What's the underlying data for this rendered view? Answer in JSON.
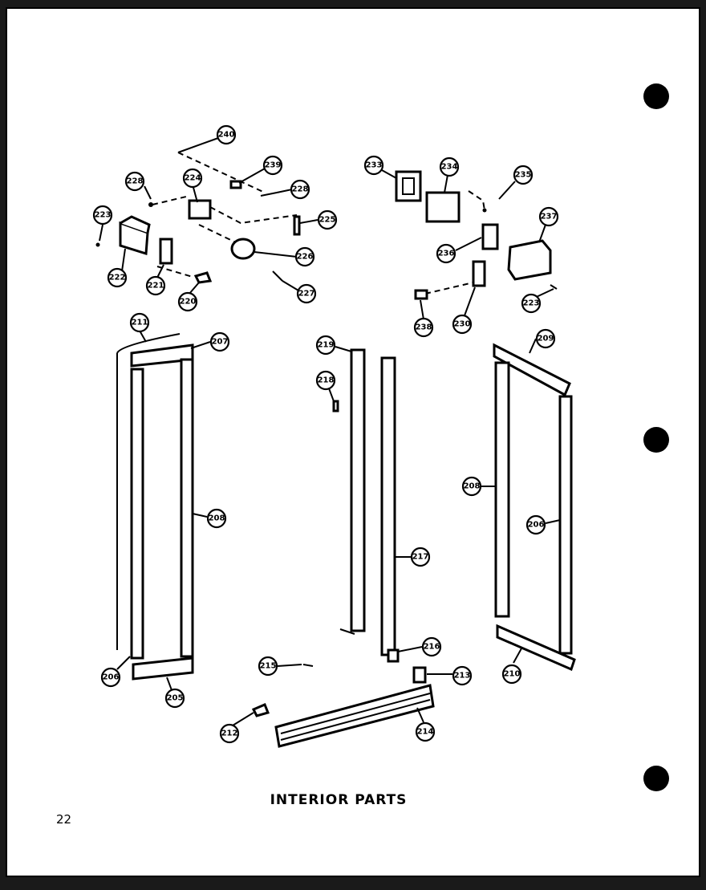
{
  "title": "INTERIOR PARTS",
  "page_number": "22",
  "callouts": {
    "c240": "240",
    "c239": "239",
    "c228a": "228",
    "c228b": "228",
    "c224": "224",
    "c225": "225",
    "c226": "226",
    "c227": "227",
    "c223a": "223",
    "c222": "222",
    "c221": "221",
    "c220": "220",
    "c233": "233",
    "c234": "234",
    "c235": "235",
    "c237": "237",
    "c236": "236",
    "c223b": "223",
    "c230": "230",
    "c238": "238",
    "c211": "211",
    "c207": "207",
    "c208a": "208",
    "c206a": "206",
    "c205": "205",
    "c219": "219",
    "c218": "218",
    "c217": "217",
    "c216": "216",
    "c215": "215",
    "c213": "213",
    "c212": "212",
    "c214": "214",
    "c209": "209",
    "c208b": "208",
    "c206b": "206",
    "c210": "210"
  }
}
